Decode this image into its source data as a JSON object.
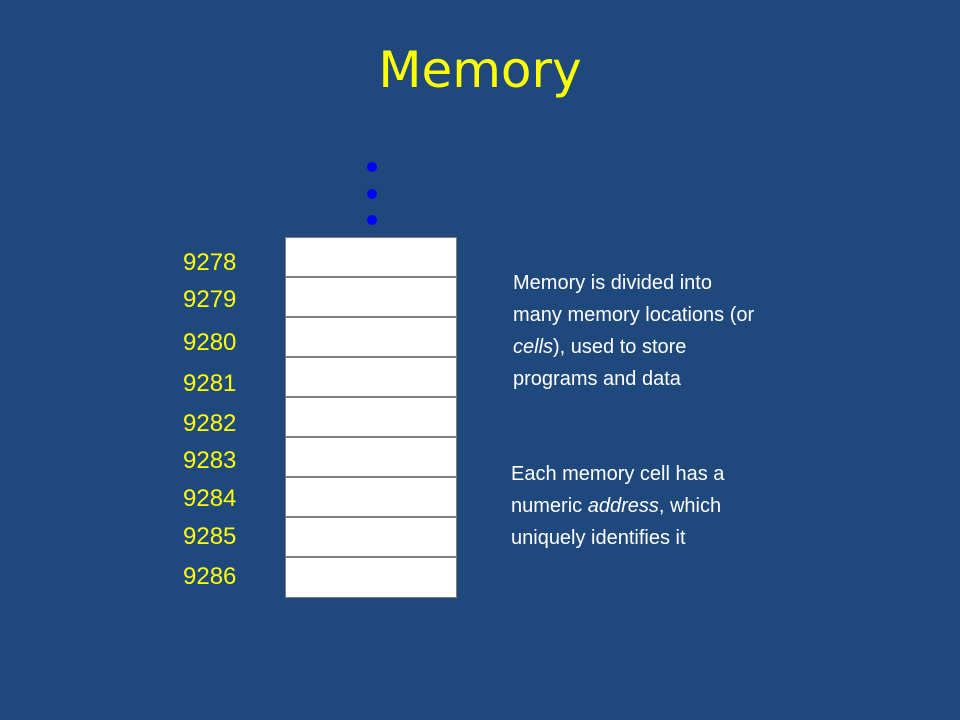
{
  "title": "Memory",
  "colors": {
    "background": "#1f497d",
    "title": "#ffff00",
    "address": "#ffff00",
    "dots": "#0000ff",
    "text": "#ffffff"
  },
  "addresses": [
    "9278",
    "9279",
    "9280",
    "9281",
    "9282",
    "9283",
    "9284",
    "9285",
    "9286"
  ],
  "description_1": {
    "line1": "Memory is divided into",
    "line2": "many memory locations (or",
    "line3_em": "cells",
    "line3_rest": "), used to store",
    "line4": "programs and data"
  },
  "description_2": {
    "line1": "Each memory cell has a",
    "line2_pre": "numeric ",
    "line2_em": "address",
    "line2_rest": ", which",
    "line3": "uniquely identifies it"
  }
}
